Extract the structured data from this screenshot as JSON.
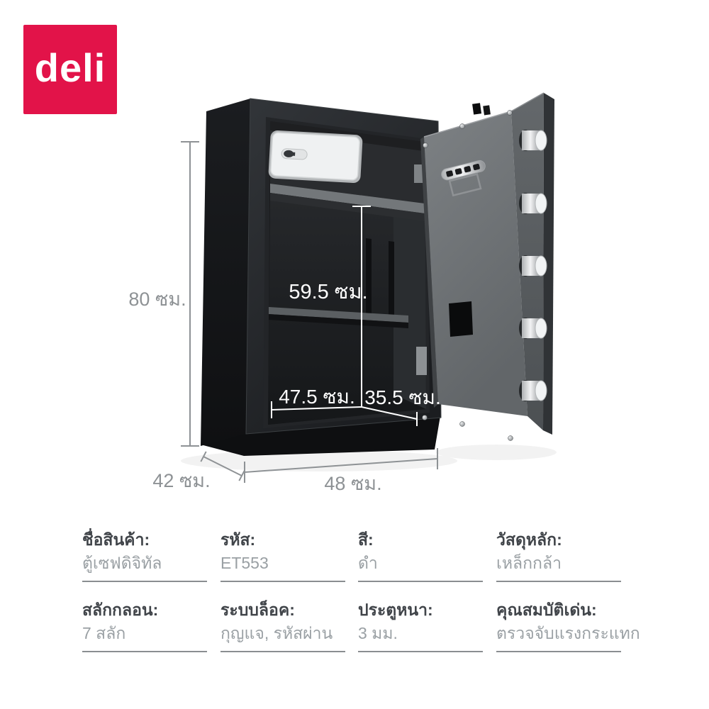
{
  "brand": {
    "name": "deli"
  },
  "colors": {
    "brand_red": "#e21349",
    "body_black": "#1d1f22",
    "door_gray": "#6e7275",
    "dimension_gray": "#8e9295",
    "dimension_white": "#ffffff",
    "label_dark": "#41454a",
    "value_gray": "#9aa0a4"
  },
  "product_diagram": {
    "dimension_labels": {
      "outer_height": "80 ซม.",
      "outer_depth": "42 ซม.",
      "outer_width": "48 ซม.",
      "inner_height": "59.5 ซม.",
      "inner_width": "47.5 ซม.",
      "inner_depth": "35.5 ซม."
    }
  },
  "spec_table": {
    "rows": [
      [
        {
          "label": "ชื่อสินค้า:",
          "value": "ตู้เซฟดิจิทัล"
        },
        {
          "label": "รหัส:",
          "value": "ET553"
        },
        {
          "label": "สี:",
          "value": "ดำ"
        },
        {
          "label": "วัสดุหลัก:",
          "value": "เหล็กกล้า"
        }
      ],
      [
        {
          "label": "สลักกลอน:",
          "value": "7 สลัก"
        },
        {
          "label": "ระบบล็อค:",
          "value": "กุญแจ, รหัสผ่าน"
        },
        {
          "label": "ประตูหนา:",
          "value": "3 มม."
        },
        {
          "label": "คุณสมบัติเด่น:",
          "value": "ตรวจจับแรงกระแทก"
        }
      ]
    ]
  }
}
